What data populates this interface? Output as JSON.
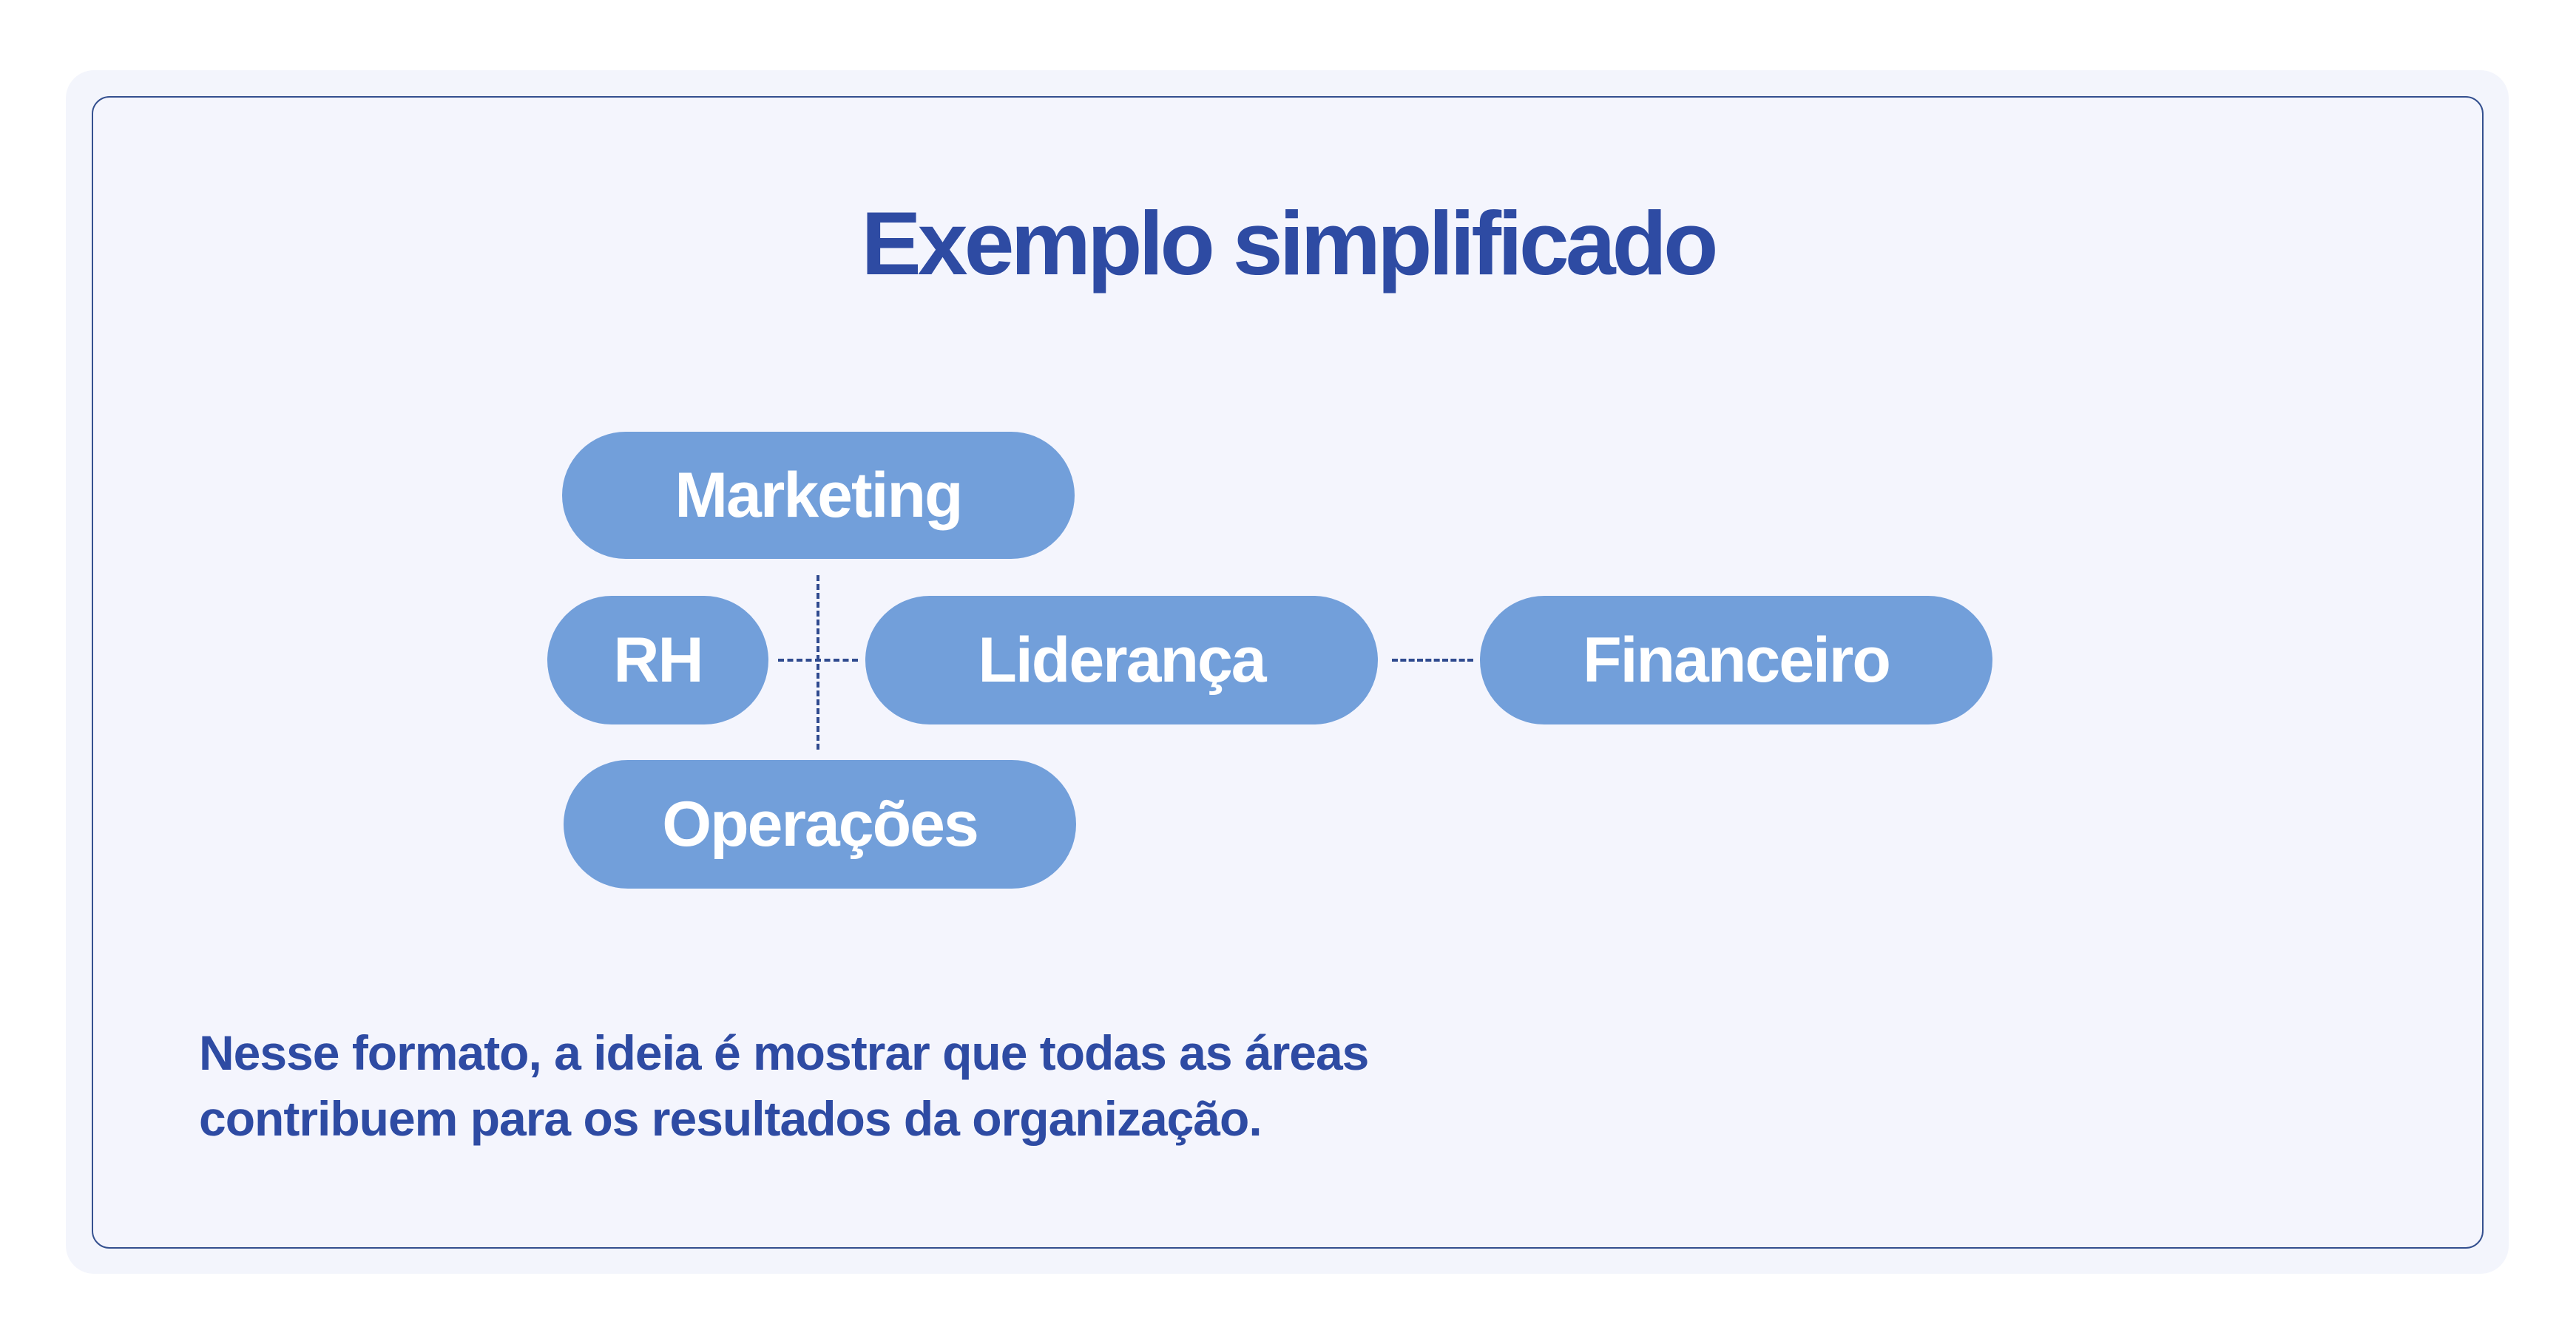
{
  "slide": {
    "title": "Exemplo simplificado",
    "nodes": {
      "marketing": "Marketing",
      "rh": "RH",
      "lideranca": "Liderança",
      "financeiro": "Financeiro",
      "operacoes": "Operações"
    },
    "connections": [
      {
        "from": "Marketing",
        "to": "Operações",
        "style": "dashed"
      },
      {
        "from": "RH",
        "to": "Liderança",
        "style": "dashed"
      },
      {
        "from": "Liderança",
        "to": "Financeiro",
        "style": "dashed"
      }
    ],
    "paragraph": {
      "line1": "Nesse formato, a ideia é mostrar que todas as áreas",
      "line2": "contribuem para os resultados da organização."
    },
    "colors": {
      "title": "#2e4ba3",
      "pill": "#729fda",
      "pill_text": "#ffffff",
      "border": "#34508f",
      "background": "#f4f5fd"
    }
  }
}
